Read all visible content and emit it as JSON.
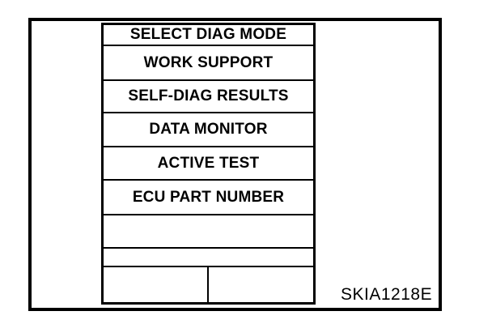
{
  "figure": {
    "code": "SKIA1218E"
  },
  "menu": {
    "title": "SELECT DIAG MODE",
    "items": [
      "WORK SUPPORT",
      "SELF-DIAG RESULTS",
      "DATA MONITOR",
      "ACTIVE TEST",
      "ECU PART NUMBER"
    ]
  },
  "colors": {
    "line": "#000000",
    "background": "#ffffff",
    "text": "#000000"
  }
}
